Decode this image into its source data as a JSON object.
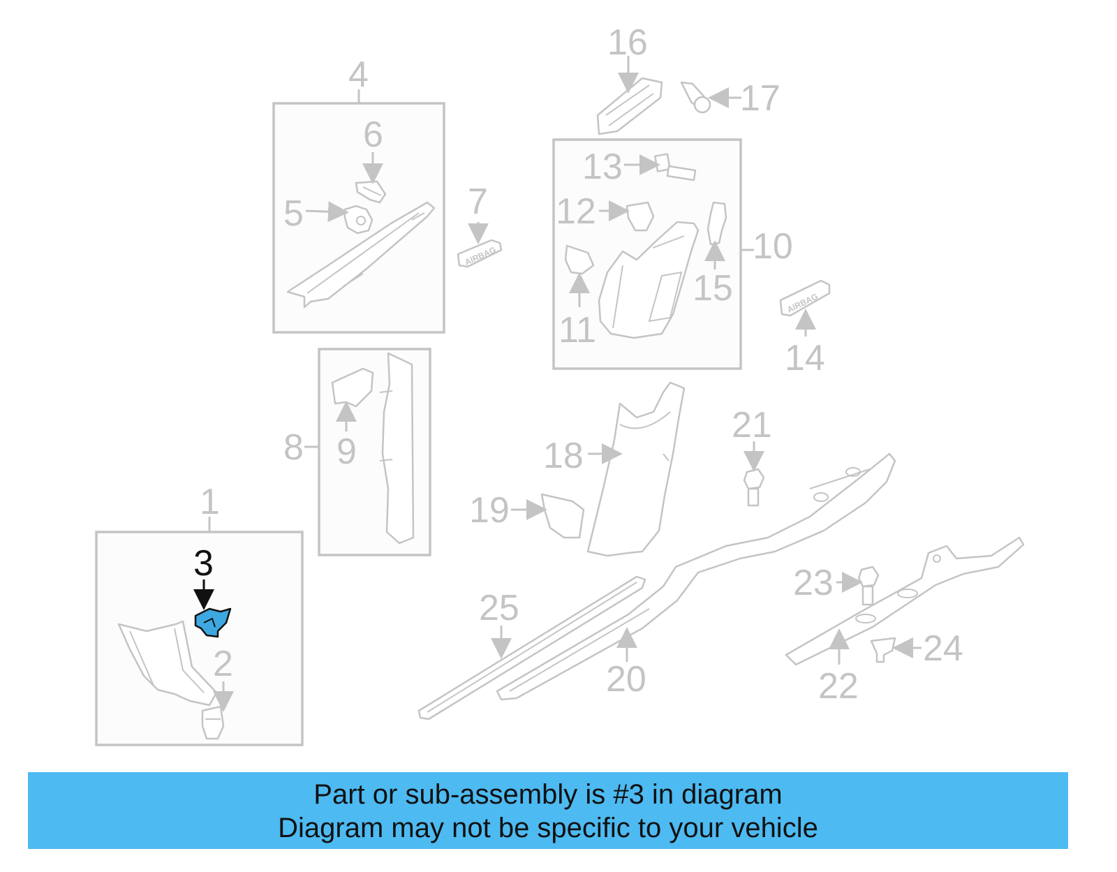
{
  "diagram": {
    "highlighted_part": "3",
    "highlight_color": "#3ea8e0",
    "callouts": {
      "c1": "1",
      "c2": "2",
      "c3": "3",
      "c4": "4",
      "c5": "5",
      "c6": "6",
      "c7": "7",
      "c8": "8",
      "c9": "9",
      "c10": "10",
      "c11": "11",
      "c12": "12",
      "c13": "13",
      "c14": "14",
      "c15": "15",
      "c16": "16",
      "c17": "17",
      "c18": "18",
      "c19": "19",
      "c20": "20",
      "c21": "21",
      "c22": "22",
      "c23": "23",
      "c24": "24",
      "c25": "25"
    },
    "part_labels": {
      "airbag_a": "AIRBAG",
      "airbag_b": "AIRBAG"
    }
  },
  "banner": {
    "line1": "Part or sub-assembly is #3 in diagram",
    "line2": "Diagram may not be specific to your vehicle",
    "background": "#4dbaf2"
  }
}
